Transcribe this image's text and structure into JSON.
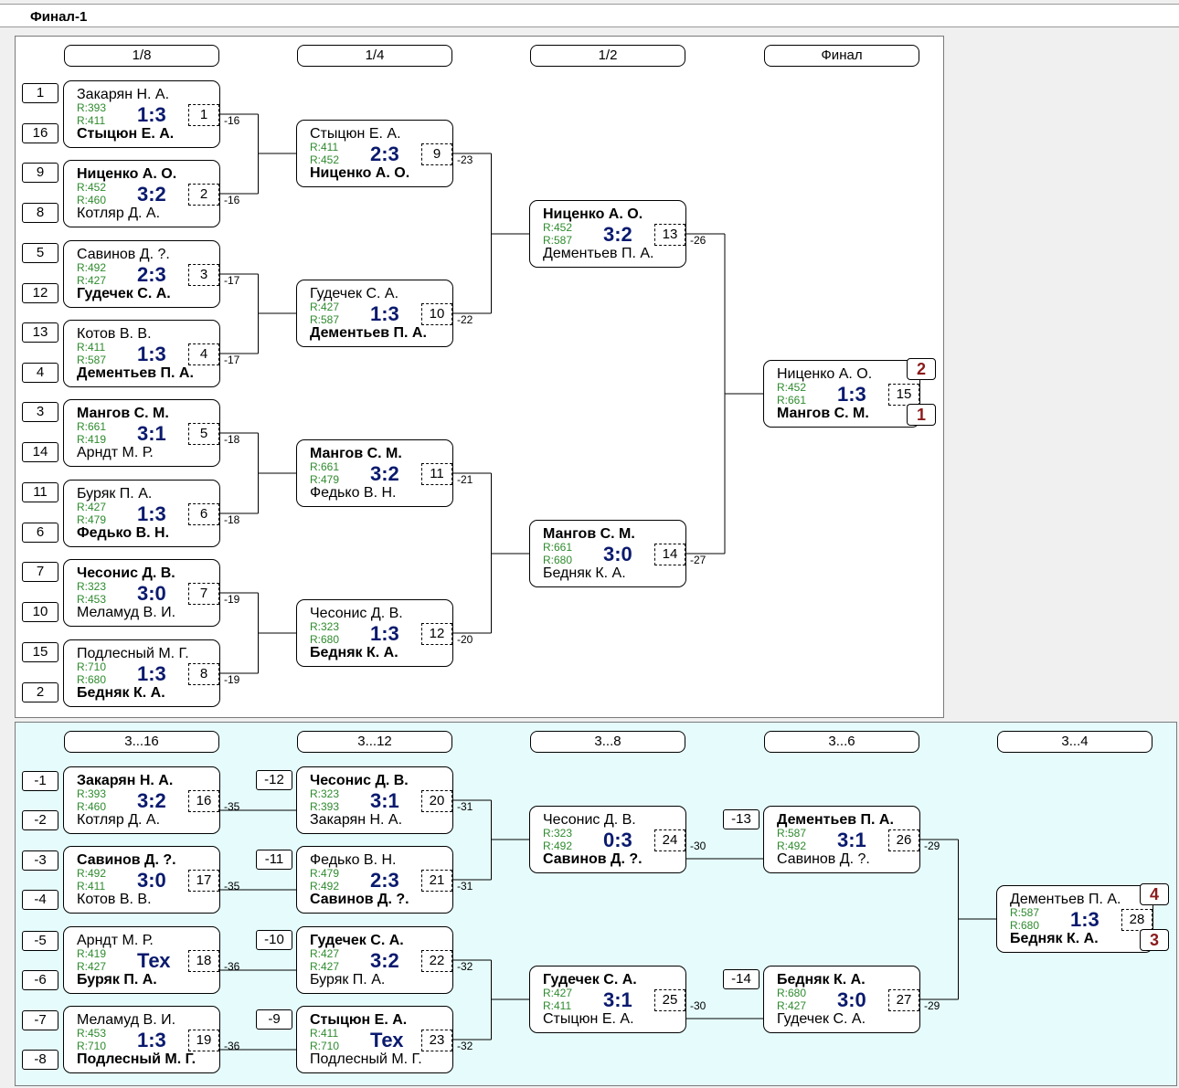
{
  "title": "Финал-1",
  "main": {
    "rounds": [
      "1/8",
      "1/4",
      "1/2",
      "Финал"
    ],
    "seeds": [
      "1",
      "16",
      "9",
      "8",
      "5",
      "12",
      "13",
      "4",
      "3",
      "14",
      "11",
      "6",
      "7",
      "10",
      "15",
      "2"
    ],
    "matches": [
      {
        "num": "1",
        "p1": "Закарян Н. А.",
        "p2": "Стыцюн Е. А.",
        "r1": "R:393",
        "r2": "R:411",
        "score": "1:3",
        "winner": 2,
        "loser_to": "-16"
      },
      {
        "num": "2",
        "p1": "Ниценко А. О.",
        "p2": "Котляр Д. А.",
        "r1": "R:452",
        "r2": "R:460",
        "score": "3:2",
        "winner": 1,
        "loser_to": "-16"
      },
      {
        "num": "3",
        "p1": "Савинов Д. ?.",
        "p2": "Гудечек С. А.",
        "r1": "R:492",
        "r2": "R:427",
        "score": "2:3",
        "winner": 2,
        "loser_to": "-17"
      },
      {
        "num": "4",
        "p1": "Котов В. В.",
        "p2": "Дементьев П. А.",
        "r1": "R:411",
        "r2": "R:587",
        "score": "1:3",
        "winner": 2,
        "loser_to": "-17"
      },
      {
        "num": "5",
        "p1": "Мангов С. М.",
        "p2": "Арндт М. Р.",
        "r1": "R:661",
        "r2": "R:419",
        "score": "3:1",
        "winner": 1,
        "loser_to": "-18"
      },
      {
        "num": "6",
        "p1": "Буряк П. А.",
        "p2": "Федько В. Н.",
        "r1": "R:427",
        "r2": "R:479",
        "score": "1:3",
        "winner": 2,
        "loser_to": "-18"
      },
      {
        "num": "7",
        "p1": "Чесонис Д. В.",
        "p2": "Меламуд В. И.",
        "r1": "R:323",
        "r2": "R:453",
        "score": "3:0",
        "winner": 1,
        "loser_to": "-19"
      },
      {
        "num": "8",
        "p1": "Подлесный М. Г.",
        "p2": "Бедняк К. А.",
        "r1": "R:710",
        "r2": "R:680",
        "score": "1:3",
        "winner": 2,
        "loser_to": "-19"
      },
      {
        "num": "9",
        "p1": "Стыцюн Е. А.",
        "p2": "Ниценко А. О.",
        "r1": "R:411",
        "r2": "R:452",
        "score": "2:3",
        "winner": 2,
        "loser_to": "-23"
      },
      {
        "num": "10",
        "p1": "Гудечек С. А.",
        "p2": "Дементьев П. А.",
        "r1": "R:427",
        "r2": "R:587",
        "score": "1:3",
        "winner": 2,
        "loser_to": "-22"
      },
      {
        "num": "11",
        "p1": "Мангов С. М.",
        "p2": "Федько В. Н.",
        "r1": "R:661",
        "r2": "R:479",
        "score": "3:2",
        "winner": 1,
        "loser_to": "-21"
      },
      {
        "num": "12",
        "p1": "Чесонис Д. В.",
        "p2": "Бедняк К. А.",
        "r1": "R:323",
        "r2": "R:680",
        "score": "1:3",
        "winner": 2,
        "loser_to": "-20"
      },
      {
        "num": "13",
        "p1": "Ниценко А. О.",
        "p2": "Дементьев П. А.",
        "r1": "R:452",
        "r2": "R:587",
        "score": "3:2",
        "winner": 1,
        "loser_to": "-26"
      },
      {
        "num": "14",
        "p1": "Мангов С. М.",
        "p2": "Бедняк К. А.",
        "r1": "R:661",
        "r2": "R:680",
        "score": "3:0",
        "winner": 1,
        "loser_to": "-27"
      },
      {
        "num": "15",
        "p1": "Ниценко А. О.",
        "p2": "Мангов С. М.",
        "r1": "R:452",
        "r2": "R:661",
        "score": "1:3",
        "winner": 2,
        "place1": "2",
        "place2": "1"
      }
    ]
  },
  "consolation": {
    "rounds": [
      "3...16",
      "3...12",
      "3...8",
      "3...6",
      "3...4"
    ],
    "seeds_a": [
      "-1",
      "-2",
      "-3",
      "-4",
      "-5",
      "-6",
      "-7",
      "-8"
    ],
    "seeds_b": [
      "-12",
      "-11",
      "-10",
      "-9"
    ],
    "seeds_c": [
      "-13",
      "-14"
    ],
    "matches": [
      {
        "num": "16",
        "p1": "Закарян Н. А.",
        "p2": "Котляр Д. А.",
        "r1": "R:393",
        "r2": "R:460",
        "score": "3:2",
        "winner": 1,
        "loser_to": "-35"
      },
      {
        "num": "17",
        "p1": "Савинов Д. ?.",
        "p2": "Котов В. В.",
        "r1": "R:492",
        "r2": "R:411",
        "score": "3:0",
        "winner": 1,
        "loser_to": "-35"
      },
      {
        "num": "18",
        "p1": "Арндт М. Р.",
        "p2": "Буряк П. А.",
        "r1": "R:419",
        "r2": "R:427",
        "score": "Тех",
        "winner": 2,
        "loser_to": "-36"
      },
      {
        "num": "19",
        "p1": "Меламуд В. И.",
        "p2": "Подлесный М. Г.",
        "r1": "R:453",
        "r2": "R:710",
        "score": "1:3",
        "winner": 2,
        "loser_to": "-36"
      },
      {
        "num": "20",
        "p1": "Чесонис Д. В.",
        "p2": "Закарян Н. А.",
        "r1": "R:323",
        "r2": "R:393",
        "score": "3:1",
        "winner": 1,
        "loser_to": "-31"
      },
      {
        "num": "21",
        "p1": "Федько В. Н.",
        "p2": "Савинов Д. ?.",
        "r1": "R:479",
        "r2": "R:492",
        "score": "2:3",
        "winner": 2,
        "loser_to": "-31"
      },
      {
        "num": "22",
        "p1": "Гудечек С. А.",
        "p2": "Буряк П. А.",
        "r1": "R:427",
        "r2": "R:427",
        "score": "3:2",
        "winner": 1,
        "loser_to": "-32"
      },
      {
        "num": "23",
        "p1": "Стыцюн Е. А.",
        "p2": "Подлесный М. Г.",
        "r1": "R:411",
        "r2": "R:710",
        "score": "Тех",
        "winner": 1,
        "loser_to": "-32"
      },
      {
        "num": "24",
        "p1": "Чесонис Д. В.",
        "p2": "Савинов Д. ?.",
        "r1": "R:323",
        "r2": "R:492",
        "score": "0:3",
        "winner": 2,
        "loser_to": "-30"
      },
      {
        "num": "25",
        "p1": "Гудечек С. А.",
        "p2": "Стыцюн Е. А.",
        "r1": "R:427",
        "r2": "R:411",
        "score": "3:1",
        "winner": 1,
        "loser_to": "-30"
      },
      {
        "num": "26",
        "p1": "Дементьев П. А.",
        "p2": "Савинов Д. ?.",
        "r1": "R:587",
        "r2": "R:492",
        "score": "3:1",
        "winner": 1,
        "loser_to": "-29"
      },
      {
        "num": "27",
        "p1": "Бедняк К. А.",
        "p2": "Гудечек С. А.",
        "r1": "R:680",
        "r2": "R:427",
        "score": "3:0",
        "winner": 1,
        "loser_to": "-29"
      },
      {
        "num": "28",
        "p1": "Дементьев П. А.",
        "p2": "Бедняк К. А.",
        "r1": "R:587",
        "r2": "R:680",
        "score": "1:3",
        "winner": 2,
        "place1": "4",
        "place2": "3"
      }
    ]
  }
}
